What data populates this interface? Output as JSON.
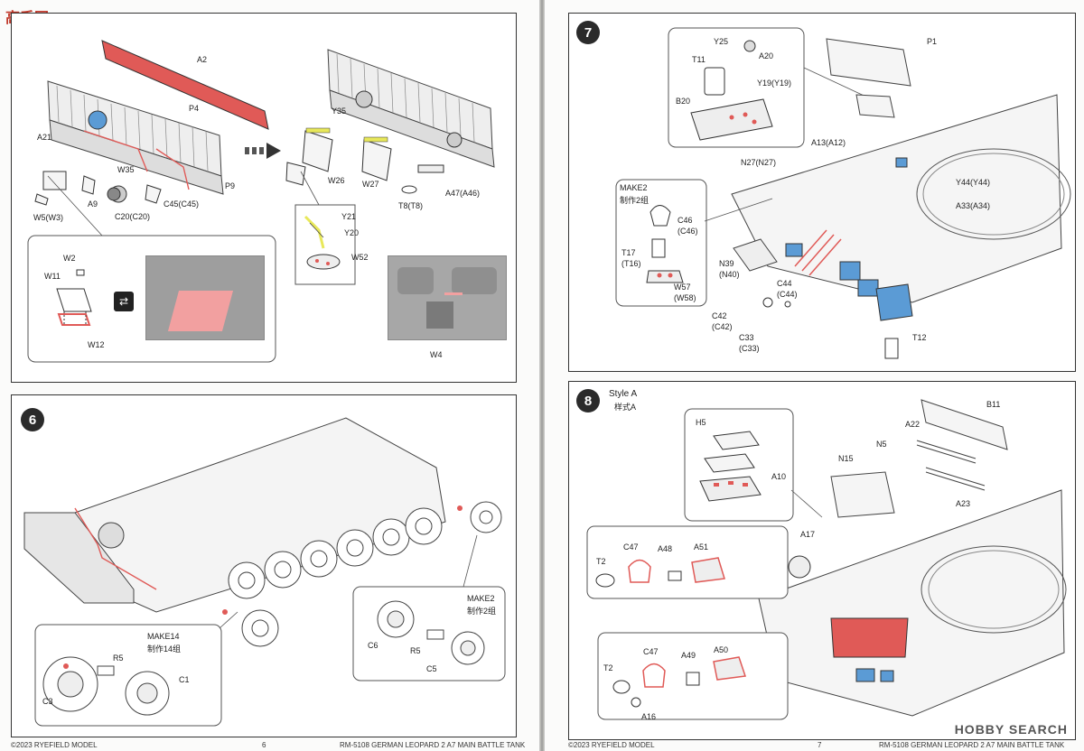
{
  "watermark_top": "高手网",
  "watermark_bottom": "HOBBY SEARCH",
  "colors": {
    "highlight_red": "#e05a57",
    "highlight_blue": "#5b9bd5",
    "ink": "#222222"
  },
  "left_page": {
    "step5": {
      "labels": [
        "A2",
        "P4",
        "A21",
        "W35",
        "A9",
        "C20(C20)",
        "C45(C45)",
        "P9",
        "W5(W3)",
        "Y35",
        "W26",
        "W27",
        "A47(A46)",
        "T8(T8)",
        "Y21",
        "Y20",
        "W52",
        "W2",
        "W11",
        "W12",
        "W4"
      ]
    },
    "step6": {
      "number": "6",
      "labels": [
        "R5",
        "C3",
        "C1",
        "C6",
        "R5",
        "C5"
      ],
      "make14": "MAKE14",
      "make14_cn": "制作14组",
      "make2": "MAKE2",
      "make2_cn": "制作2组"
    },
    "footer_left": "©2023 RYEFIELD MODEL",
    "page_number": "6",
    "footer_right": "RM-5108 GERMAN LEOPARD  2 A7 MAIN BATTLE TANK"
  },
  "right_page": {
    "step7": {
      "number": "7",
      "labels": [
        "Y25",
        "A20",
        "T11",
        "Y19(Y19)",
        "B20",
        "P1",
        "A13(A12)",
        "N27(N27)",
        "Y44(Y44)",
        "A33(A34)",
        "C46",
        "(C46)",
        "T17",
        "(T16)",
        "W57",
        "(W58)",
        "N39",
        "(N40)",
        "C44",
        "(C44)",
        "C42",
        "(C42)",
        "C33",
        "(C33)",
        "T12"
      ],
      "make2": "MAKE2",
      "make2_cn": "制作2组"
    },
    "step8": {
      "number": "8",
      "style": "Style A",
      "style_cn": "样式A",
      "labels": [
        "H5",
        "A10",
        "B11",
        "A22",
        "N5",
        "N15",
        "A23",
        "A17",
        "C47",
        "A48",
        "A51",
        "T2",
        "C47",
        "A49",
        "A50",
        "T2",
        "A16"
      ]
    },
    "footer_left": "©2023 RYEFIELD MODEL",
    "page_number": "7",
    "footer_right": "RM-5108 GERMAN LEOPARD  2 A7 MAIN BATTLE TANK"
  }
}
